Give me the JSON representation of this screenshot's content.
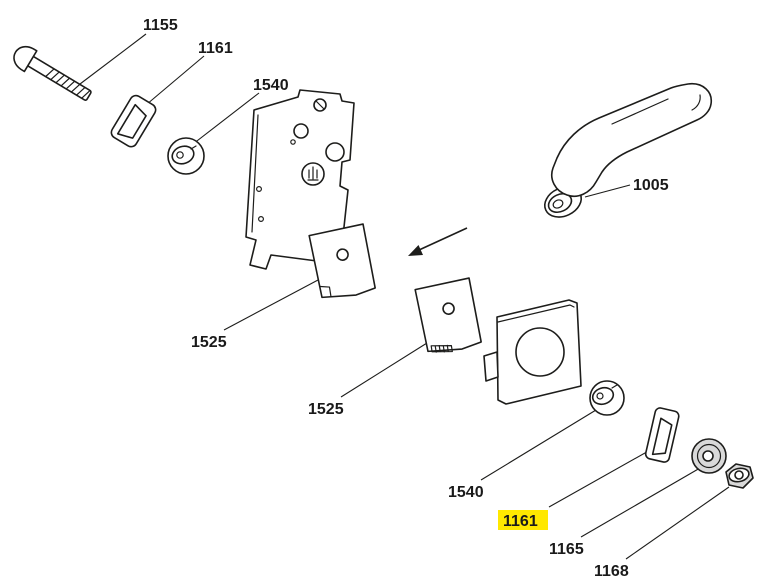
{
  "diagram": {
    "type": "exploded-parts-diagram",
    "background_color": "#ffffff",
    "line_color": "#1d1d1b",
    "label_color": "#1a1a1a",
    "highlight_color": "#ffe800",
    "labels": [
      {
        "text": "1155",
        "part": "carriage-bolt",
        "highlighted": false
      },
      {
        "text": "1161",
        "part": "spacer-bushing-upper",
        "highlighted": false
      },
      {
        "text": "1540",
        "part": "grommet-upper",
        "highlighted": false
      },
      {
        "text": "1005",
        "part": "handle-lever",
        "highlighted": false
      },
      {
        "text": "1525",
        "part": "lock-plate-upper",
        "highlighted": false
      },
      {
        "text": "1525",
        "part": "lock-plate-lower",
        "highlighted": false
      },
      {
        "text": "1540",
        "part": "grommet-lower",
        "highlighted": false
      },
      {
        "text": "1161",
        "part": "spacer-bushing-lower",
        "highlighted": true
      },
      {
        "text": "1165",
        "part": "flat-washer",
        "highlighted": false
      },
      {
        "text": "1168",
        "part": "hex-nut",
        "highlighted": false
      }
    ],
    "unlabeled_parts": [
      "lock-case-body",
      "cover-bracket",
      "direction-arrow"
    ]
  }
}
